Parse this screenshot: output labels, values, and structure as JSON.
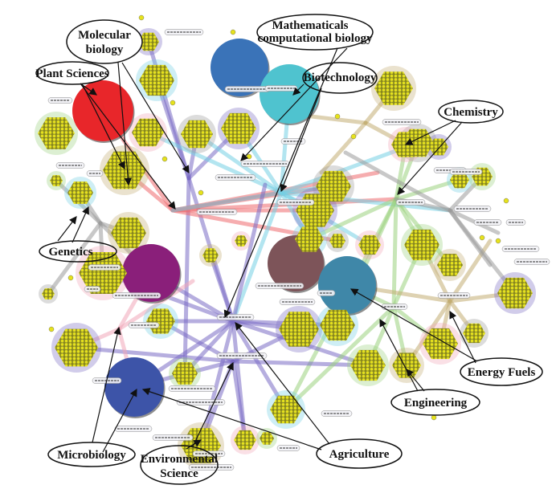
{
  "callouts": {
    "molecular_biology": [
      "Molecular",
      "biology"
    ],
    "plant_sciences": "Plant Sciences",
    "math_comp_biology": [
      "Mathematicals",
      "computational biology"
    ],
    "biotechnology": "Biotechnology",
    "chemistry": "Chemistry",
    "genetics": "Genetics",
    "energy_fuels": "Energy Fuels",
    "engineering": "Engineering",
    "agriculture": "Agriculture",
    "microbiology": "Microbiology",
    "environmental_science": [
      "Environmental",
      "Science"
    ]
  },
  "colors": {
    "red_node": "#e8262a",
    "blue_node": "#3a73b8",
    "cyan_node": "#4fc3cf",
    "purple_node": "#8a1f7a",
    "brown_node": "#7d5459",
    "teal_node": "#3f87a8",
    "navy_node": "#3d54a8",
    "cluster_fill": "#d9d21a",
    "edge_red": "#ee6a6e",
    "edge_cyan": "#74cfe3",
    "edge_purple": "#7a6cc4",
    "edge_green": "#9ad27e",
    "edge_tan": "#c3ad73",
    "edge_gray": "#9a9a9a",
    "edge_pink": "#f0a5b8"
  }
}
